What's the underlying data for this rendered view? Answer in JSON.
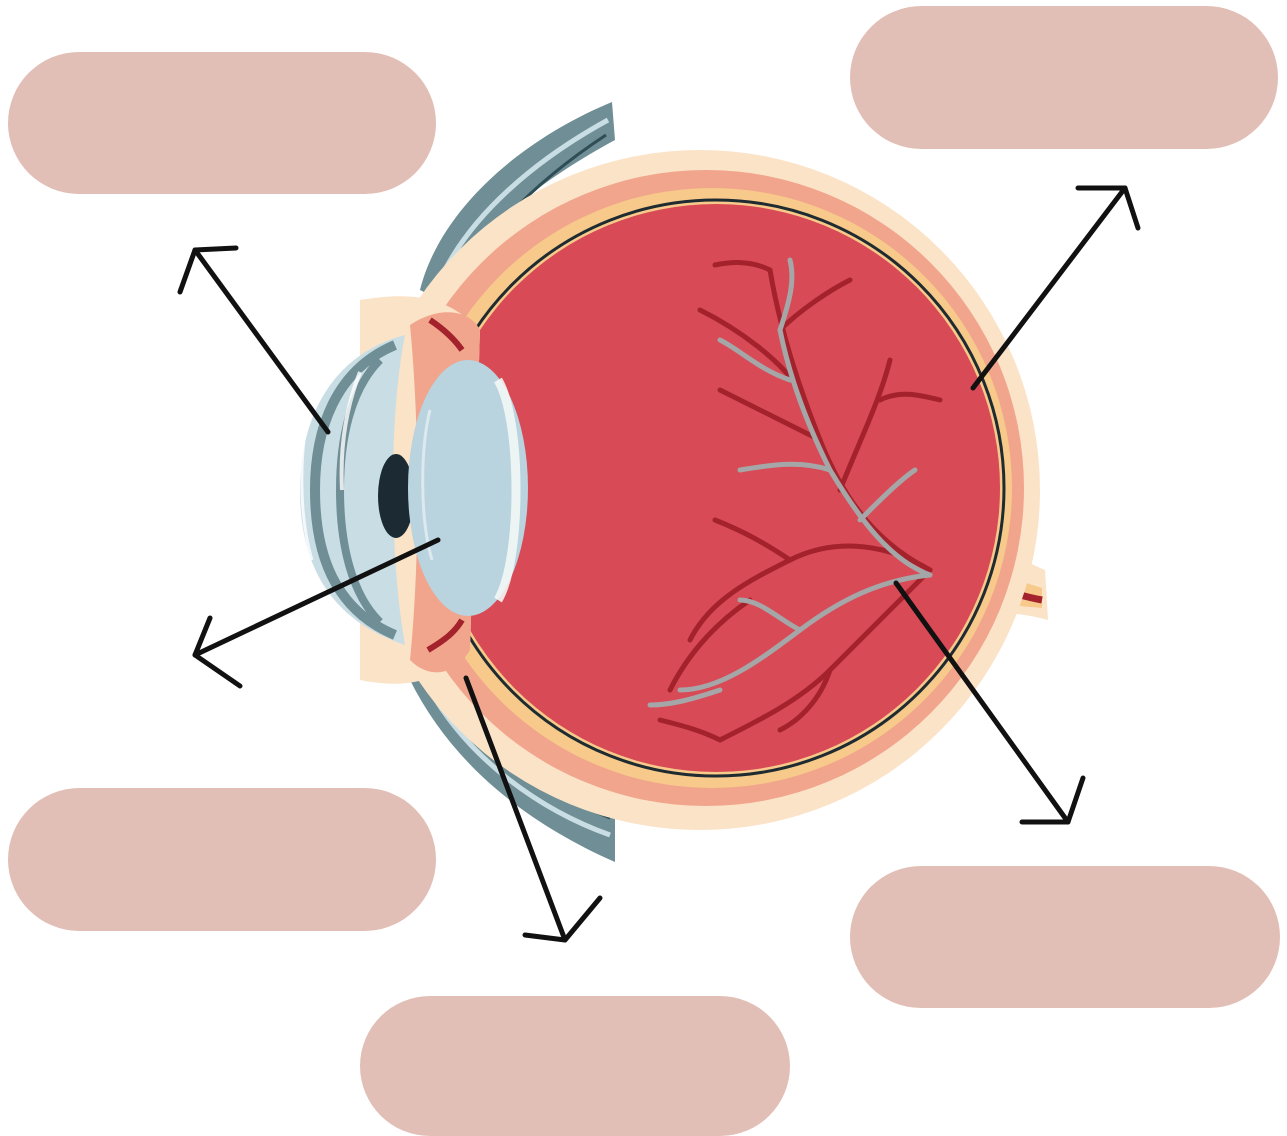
{
  "colors": {
    "label_box_fill": "#e2bfb6",
    "arrow": "#111111",
    "vitreous": "#d84a55",
    "sclera": "#fbe3c8",
    "choroid": "#f1a58c",
    "retina_line": "#f7c98a",
    "lens": "#b9d3df",
    "cornea": "#c9dde4",
    "iris_muscle": "#6f8e95",
    "blood_vessel": "#a3222c",
    "vein": "#a4a6a8",
    "pupil": "#1b2a33"
  },
  "labels": [
    {
      "id": "top-left",
      "text": ""
    },
    {
      "id": "top-right",
      "text": ""
    },
    {
      "id": "bottom-left",
      "text": ""
    },
    {
      "id": "bottom-right",
      "text": ""
    },
    {
      "id": "bottom-center",
      "text": ""
    }
  ]
}
